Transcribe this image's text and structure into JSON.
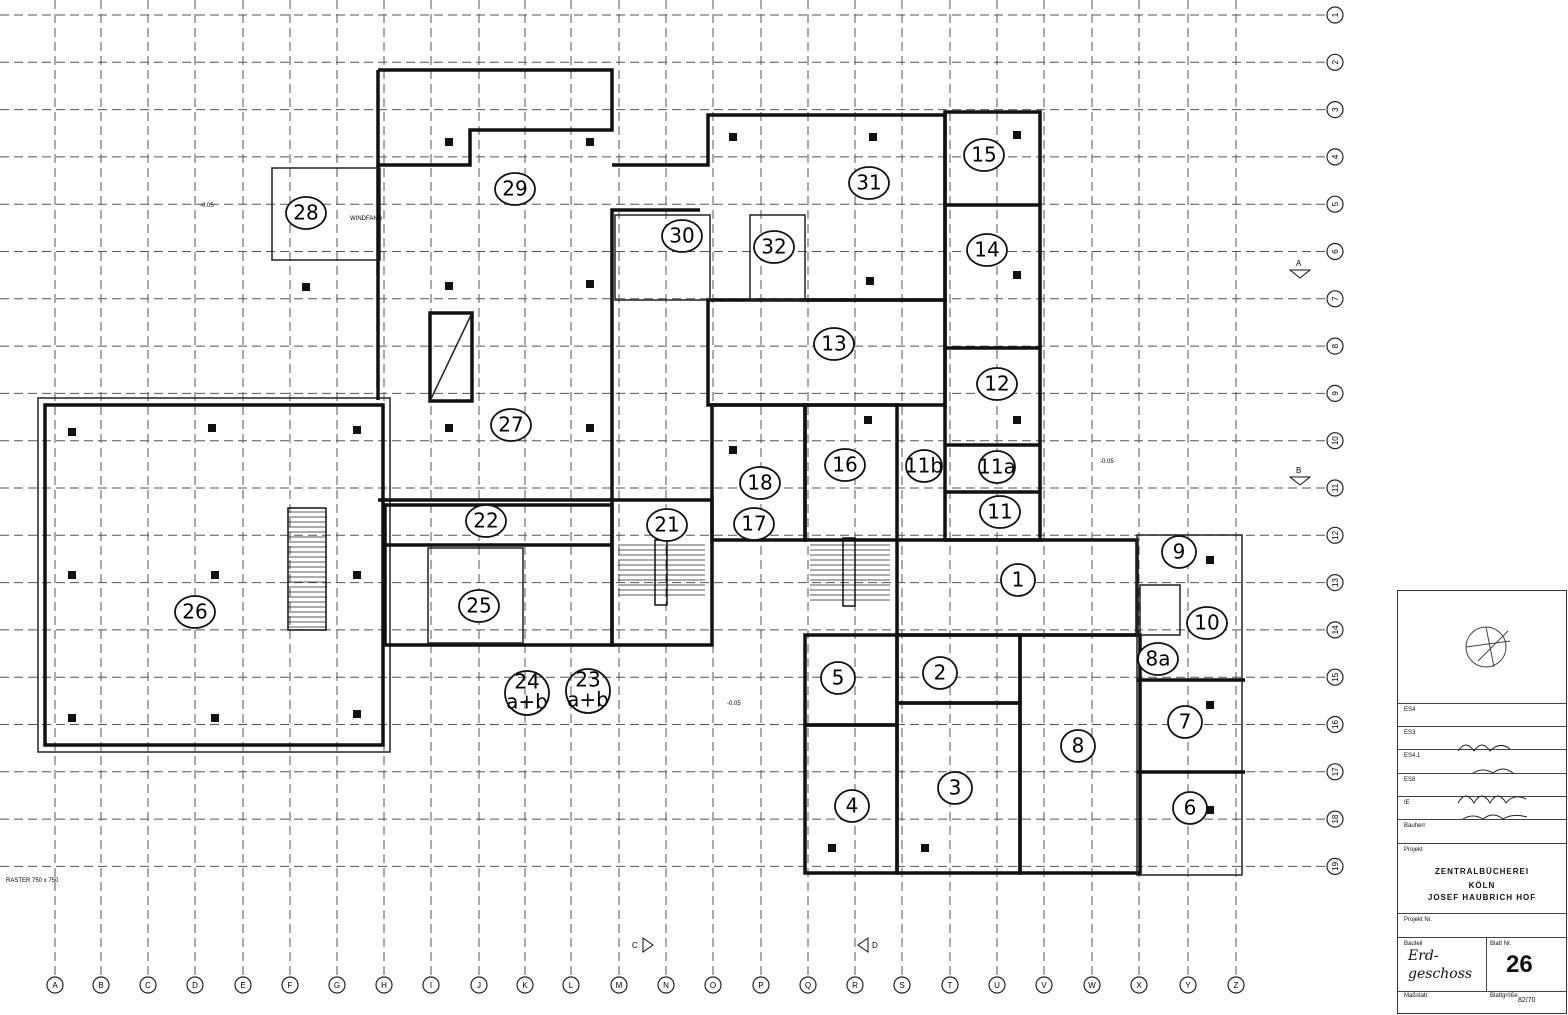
{
  "grid": {
    "columns": [
      "A",
      "B",
      "C",
      "D",
      "E",
      "F",
      "G",
      "H",
      "I",
      "J",
      "K",
      "L",
      "M",
      "N",
      "O",
      "P",
      "Q",
      "R",
      "S",
      "T",
      "U",
      "V",
      "W",
      "X",
      "Y",
      "Z"
    ],
    "rows": [
      "1",
      "2",
      "3",
      "4",
      "5",
      "6",
      "7",
      "8",
      "9",
      "10",
      "11",
      "12",
      "13",
      "14",
      "15",
      "16",
      "17",
      "18",
      "19"
    ],
    "raster_label": "RASTER 750 x 750"
  },
  "rooms": [
    "1",
    "2",
    "3",
    "4",
    "5",
    "6",
    "7",
    "8",
    "8a",
    "9",
    "10",
    "11",
    "11a",
    "11b",
    "12",
    "13",
    "14",
    "15",
    "16",
    "17",
    "18",
    "21",
    "22",
    "23 a+b",
    "24 a+b",
    "25",
    "26",
    "27",
    "28",
    "29",
    "30",
    "31",
    "32"
  ],
  "annotations": {
    "windfang": "WINDFANG",
    "level_a": "-0.05",
    "level_b": "-0.05",
    "level_c": "-0.05",
    "section_a": "A",
    "section_b": "B",
    "section_c": "C",
    "section_d": "D"
  },
  "title_block": {
    "rev_labels": [
      "ES4",
      "ES3",
      "ES4.1",
      "ES8",
      "IE"
    ],
    "bauherr_label": "Bauherr",
    "projekt_label": "Projekt",
    "project_line1": "ZENTRALBÜCHEREI",
    "project_line2": "KÖLN",
    "project_line3": "JOSEF HAUBRICH HOF",
    "projekt_nr_label": "Projekt Nr.",
    "bauteil_label": "Bauteil",
    "blatt_label": "Blatt Nr.",
    "floor_name": "Erd-geschoss",
    "sheet_number": "26",
    "massstab_label": "Maßstab",
    "blattgroesse_label": "Blattgröße",
    "date_code": "82/70"
  }
}
